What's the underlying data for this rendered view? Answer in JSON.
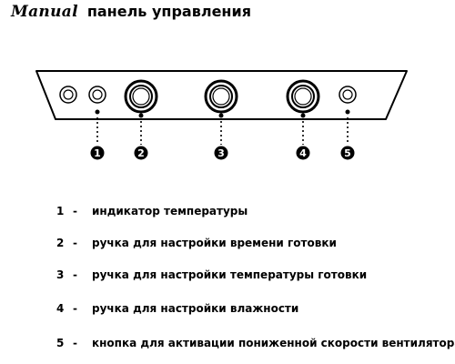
{
  "header": {
    "logo_word": "Manual",
    "subtitle": "панель управления"
  },
  "panel": {
    "markers": [
      "1",
      "2",
      "3",
      "4",
      "5"
    ]
  },
  "legend": [
    {
      "num": "1",
      "dash": "-",
      "text": "индикатор температуры"
    },
    {
      "num": "2",
      "dash": "-",
      "text": "ручка для настройки времени готовки"
    },
    {
      "num": "3",
      "dash": "-",
      "text": "ручка для настройки температуры готовки"
    },
    {
      "num": "4",
      "dash": "-",
      "text": "ручка для настройки влажности"
    },
    {
      "num": "5",
      "dash": "-",
      "text": "кнопка для активации пониженной скорости вентилятора"
    }
  ]
}
